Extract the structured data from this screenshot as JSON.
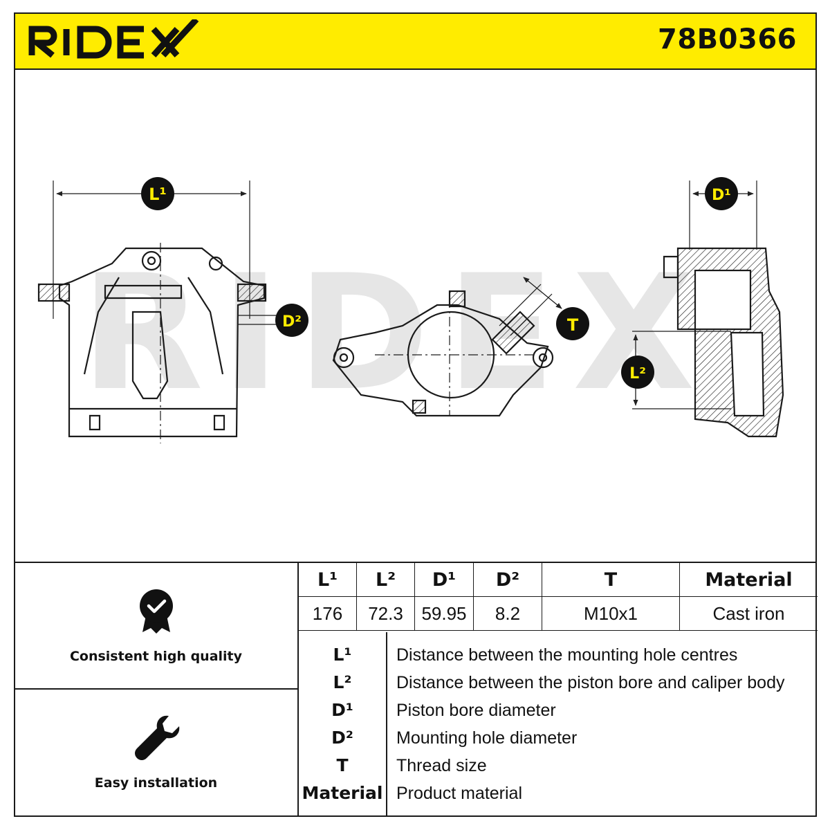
{
  "header": {
    "brand": "RIDEX",
    "part_number": "78B0366",
    "brand_color": "#ffec00"
  },
  "watermark": "RIDEX",
  "diagram_labels": {
    "L1": "L¹",
    "L2": "L²",
    "D1": "D¹",
    "D2": "D²",
    "T": "T"
  },
  "features": [
    {
      "icon": "quality-badge-icon",
      "label": "Consistent high quality"
    },
    {
      "icon": "wrench-icon",
      "label": "Easy installation"
    }
  ],
  "specs": {
    "headers": [
      "L¹",
      "L²",
      "D¹",
      "D²",
      "T",
      "Material"
    ],
    "values": [
      "176",
      "72.3",
      "59.95",
      "8.2",
      "M10x1",
      "Cast iron"
    ]
  },
  "legend": [
    {
      "symbol": "L¹",
      "description": "Distance between the mounting hole centres"
    },
    {
      "symbol": "L²",
      "description": "Distance between the piston bore and caliper body"
    },
    {
      "symbol": "D¹",
      "description": "Piston bore diameter"
    },
    {
      "symbol": "D²",
      "description": "Mounting hole diameter"
    },
    {
      "symbol": "T",
      "description": "Thread size"
    },
    {
      "symbol": "Material",
      "description": "Product material"
    }
  ]
}
